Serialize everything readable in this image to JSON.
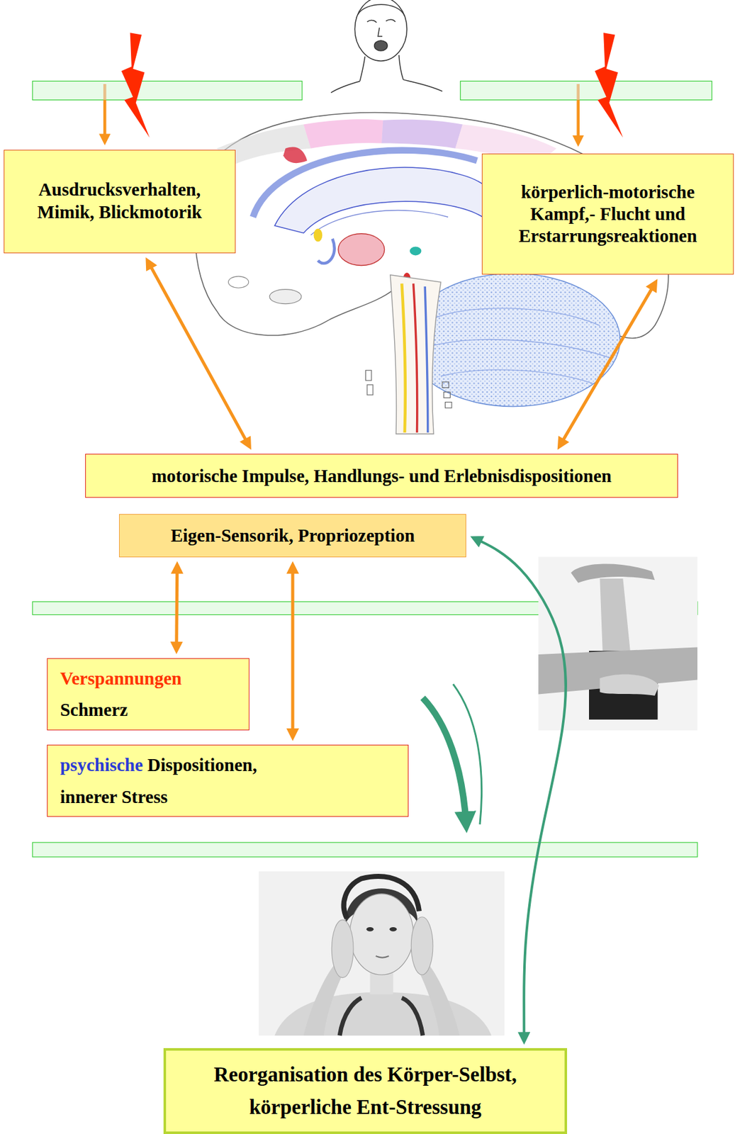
{
  "diagram": {
    "nodes": [
      {
        "text": [
          "Ausdrucksverhalten, Mimik, Blickmotorik"
        ]
      },
      {
        "text": [
          "körperlich-motorische Kampf,- Flucht und Erstarrungsreaktionen"
        ]
      },
      {
        "text": [
          "motorische Impulse, Handlungs- und Erlebnisdispositionen"
        ]
      },
      {
        "text": [
          "Eigen-Sensorik, Propriozeption"
        ]
      },
      {
        "text": [
          "Verspannungen",
          "Schmerz"
        ]
      },
      {
        "text": [
          "psychische Dispositionen, innerer Stress"
        ]
      },
      {
        "text": [
          "Reorganisation des Körper-Selbst, körperliche Ent-Stressung"
        ]
      }
    ],
    "edges": [
      {
        "from": 0,
        "to": 2,
        "arrow": "both"
      },
      {
        "from": 1,
        "to": 2,
        "arrow": "both"
      },
      {
        "from": 3,
        "to": 4,
        "arrow": "both"
      },
      {
        "from": 3,
        "to": 5,
        "arrow": "both"
      },
      {
        "from": 3,
        "to": 6,
        "arrow": "both"
      }
    ]
  }
}
